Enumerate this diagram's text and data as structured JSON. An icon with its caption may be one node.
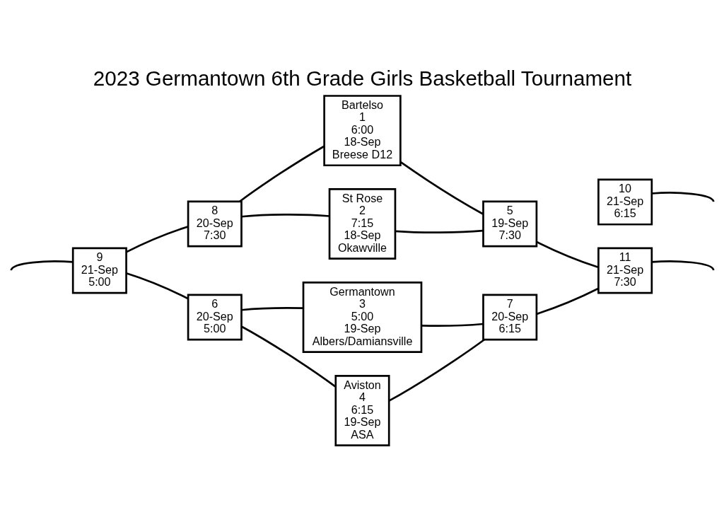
{
  "diagram": {
    "title": "2023 Germantown 6th Grade Girls Basketball Tournament",
    "nodes": [
      {
        "text": [
          "Bartelso",
          "1",
          "6:00",
          "18-Sep",
          "Breese D12"
        ]
      },
      {
        "text": [
          "St Rose",
          "2",
          "7:15",
          "18-Sep",
          "Okawville"
        ]
      },
      {
        "text": [
          "Germantown",
          "3",
          "5:00",
          "19-Sep",
          "Albers/Damiansville"
        ]
      },
      {
        "text": [
          "Aviston",
          "4",
          "6:15",
          "19-Sep",
          "ASA"
        ]
      },
      {
        "text": [
          "8",
          "20-Sep",
          "7:30"
        ]
      },
      {
        "text": [
          "5",
          "19-Sep",
          "7:30"
        ]
      },
      {
        "text": [
          "9",
          "21-Sep",
          "5:00"
        ]
      },
      {
        "text": [
          "11",
          "21-Sep",
          "7:30"
        ]
      },
      {
        "text": [
          "6",
          "20-Sep",
          "5:00"
        ]
      },
      {
        "text": [
          "7",
          "20-Sep",
          "6:15"
        ]
      },
      {
        "text": [
          "10",
          "21-Sep",
          "6:15"
        ]
      }
    ],
    "edges": [
      {
        "from": 0,
        "to": 4,
        "arrow": "none"
      },
      {
        "from": 1,
        "to": 4,
        "arrow": "none"
      },
      {
        "from": 0,
        "to": 5,
        "arrow": "none"
      },
      {
        "from": 1,
        "to": 5,
        "arrow": "none"
      },
      {
        "from": 2,
        "to": 8,
        "arrow": "none"
      },
      {
        "from": 3,
        "to": 8,
        "arrow": "none"
      },
      {
        "from": 2,
        "to": 9,
        "arrow": "none"
      },
      {
        "from": 3,
        "to": 9,
        "arrow": "none"
      },
      {
        "from": 4,
        "to": 6,
        "arrow": "none"
      },
      {
        "from": 8,
        "to": 6,
        "arrow": "none"
      },
      {
        "from": 5,
        "to": 7,
        "arrow": "none"
      },
      {
        "from": 9,
        "to": 7,
        "arrow": "none"
      },
      {
        "from": 6,
        "to": null,
        "arrow": "none"
      },
      {
        "from": 7,
        "to": null,
        "arrow": "none"
      },
      {
        "from": 10,
        "to": null,
        "arrow": "none"
      }
    ]
  }
}
